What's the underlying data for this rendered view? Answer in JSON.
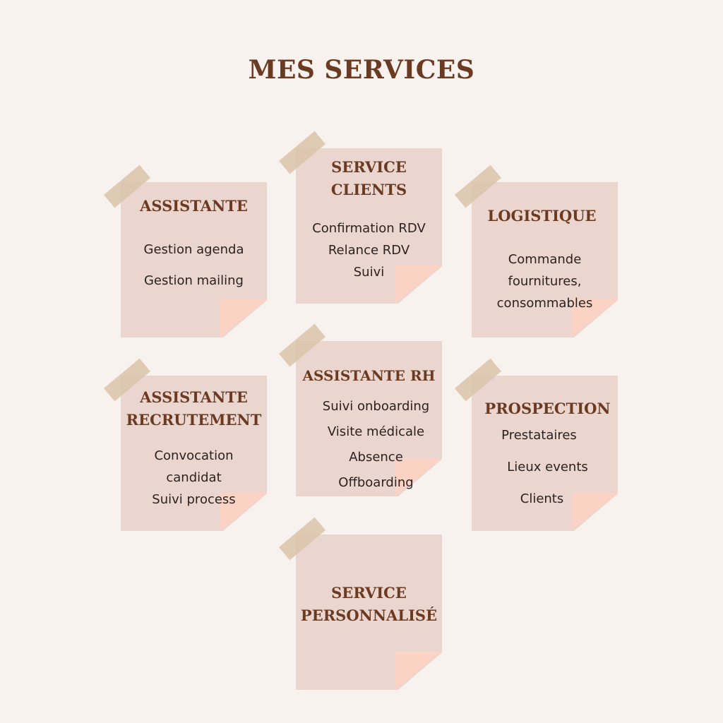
{
  "page": {
    "title": "MES SERVICES"
  },
  "colors": {
    "background": "#f8f2ef",
    "note": "#ebd6cf",
    "curl": "#fbd3c5",
    "tape": "#dcc5ac",
    "title": "#6b3a22"
  },
  "notes": {
    "assistante": {
      "title": "ASSISTANTE",
      "items": [
        "Gestion agenda",
        "Gestion mailing"
      ]
    },
    "service_clients": {
      "title": "SERVICE\nCLIENTS",
      "items": [
        "Confirmation RDV",
        "Relance RDV",
        "Suivi"
      ]
    },
    "logistique": {
      "title": "LOGISTIQUE",
      "items": [
        "Commande",
        "fournitures,",
        "consommables"
      ]
    },
    "recrutement": {
      "title": "ASSISTANTE\nRECRUTEMENT",
      "items": [
        "Convocation",
        "candidat",
        "Suivi process"
      ]
    },
    "rh": {
      "title": "ASSISTANTE RH",
      "items": [
        "Suivi onboarding",
        "Visite médicale",
        "Absence",
        "Offboarding"
      ]
    },
    "prospection": {
      "title": "PROSPECTION",
      "items": [
        "Prestataires",
        "Lieux events",
        "Clients"
      ]
    },
    "personnalise": {
      "title": "SERVICE\nPERSONNALISÉ",
      "items": []
    }
  }
}
